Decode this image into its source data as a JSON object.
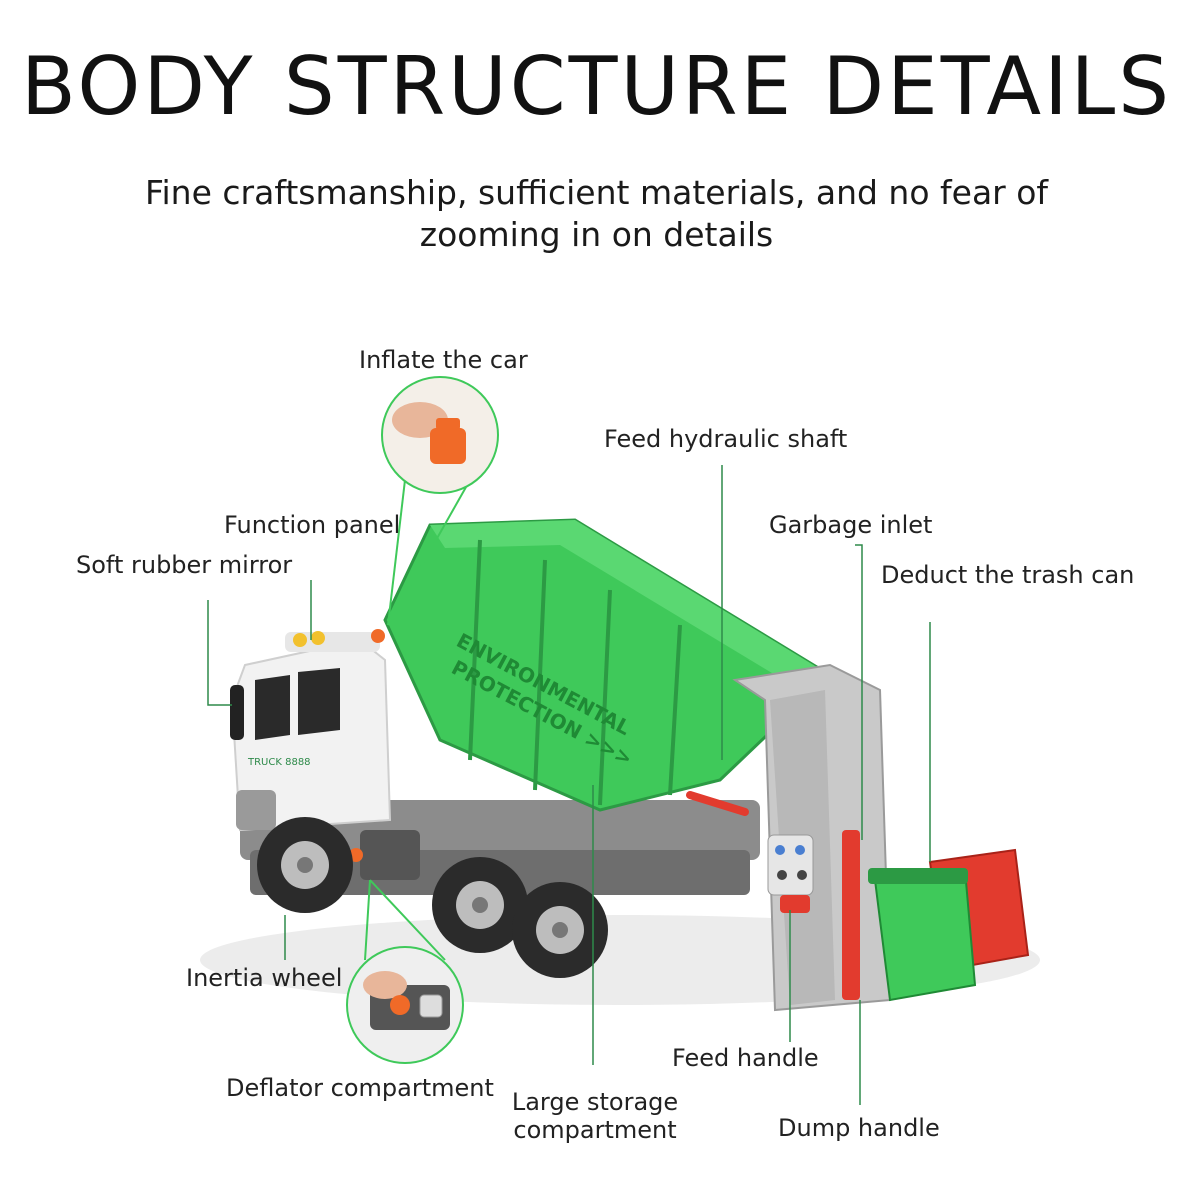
{
  "header": {
    "title": "BODY STRUCTURE DETAILS",
    "subtitle": "Fine craftsmanship, sufficient materials, and no fear of zooming in on details"
  },
  "truck": {
    "side_text_line1": "ENVIRONMENTAL",
    "side_text_line2": "PROTECTION >>>",
    "cab_text": "TRUCK 8888"
  },
  "callouts": {
    "inflate": "Inflate the car",
    "hydraulic": "Feed hydraulic shaft",
    "function_panel": "Function panel",
    "garbage_inlet": "Garbage inlet",
    "mirror": "Soft rubber mirror",
    "deduct_can": "Deduct the trash can",
    "inertia": "Inertia wheel",
    "feed_handle": "Feed handle",
    "deflator": "Deflator compartment",
    "storage_line1": "Large storage",
    "storage_line2": "compartment",
    "dump_handle": "Dump handle"
  },
  "colors": {
    "body_green": "#3fc95a",
    "dark_green": "#1f8a35",
    "cab_white": "#f2f2f2",
    "chassis_grey": "#8c8c8c",
    "accent_red": "#e23b2e",
    "accent_orange": "#f06a28",
    "line_green": "#2e8a4a"
  }
}
